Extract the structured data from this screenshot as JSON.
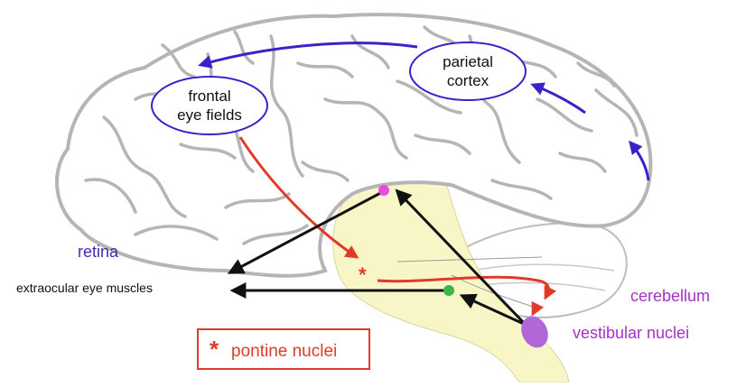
{
  "labels": {
    "frontal_eye_fields": [
      "frontal",
      "eye fields"
    ],
    "parietal_cortex": [
      "parietal",
      "cortex"
    ],
    "retina": "retina",
    "extraocular": "extraocular eye muscles",
    "cerebellum": "cerebellum",
    "vestibular": "vestibular nuclei",
    "pontine_star": "*",
    "legend_star": "*",
    "legend_text": "pontine nuclei"
  },
  "colors": {
    "gyri": "#b5b5b5",
    "brainstem": "#f8f6c6",
    "cortical_arrow": "#3a22c8",
    "red_pathway": "#e23a2a",
    "black_pathway": "#111111",
    "retina_label": "#4b2aa8",
    "cerebellum_label": "#a531c8",
    "vestibular_label": "#a531c8",
    "vestibular_nucleus": "#b267d8",
    "magenta_node": "#e84cdf",
    "green_node": "#3cb54a"
  }
}
